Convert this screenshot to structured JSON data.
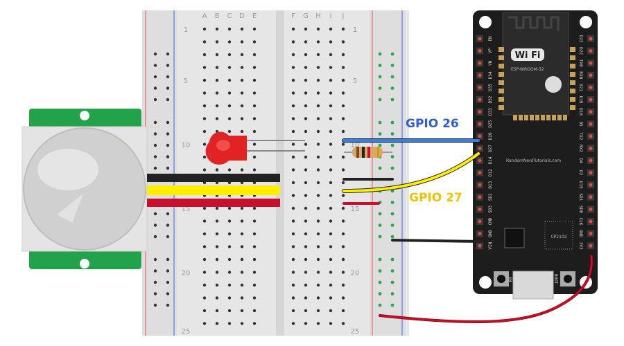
{
  "labels": {
    "gpio26": "GPIO 26",
    "gpio27": "GPIO 27",
    "wifi": "Wi Fi",
    "module": "ESP-WROOM-32",
    "site": "RandomNerdTutorials.com",
    "chip": "CP2102",
    "en_btn": "EN",
    "boot_btn": "BOOT"
  },
  "breadboard": {
    "columns_left": [
      "A",
      "B",
      "C",
      "D",
      "E"
    ],
    "columns_right": [
      "F",
      "G",
      "H",
      "I",
      "J"
    ],
    "row_numbers": [
      "1",
      "5",
      "10",
      "15",
      "20",
      "25"
    ]
  },
  "esp32": {
    "left_pins": [
      "EN",
      "VP",
      "VN",
      "D34",
      "D35",
      "D32",
      "D33",
      "D25",
      "D26",
      "D27",
      "D14",
      "D12",
      "D13",
      "SD2",
      "SD3",
      "CMD",
      "GND",
      "VIN"
    ],
    "right_pins": [
      "D23",
      "D22",
      "TX0",
      "RX0",
      "D21",
      "D19",
      "D18",
      "D5",
      "TX2",
      "RX2",
      "D4",
      "D2",
      "D15",
      "SD1",
      "SD0",
      "CLK",
      "GND",
      "3V3"
    ]
  },
  "colors": {
    "gpio26_label": "#2e5fd1",
    "gpio27_label": "#f2c200",
    "wire_blue": "#2f80ed",
    "wire_yellow": "#ffee00",
    "wire_red": "#c8102e",
    "wire_black": "#222222",
    "board": "#1d1d1d",
    "pir_green": "#23a349"
  }
}
